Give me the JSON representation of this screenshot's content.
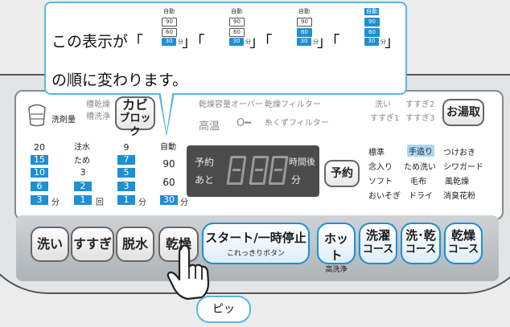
{
  "callout": {
    "line1_prefix": "この表示が「",
    "line2": "の順に変わります。",
    "separators": [
      "」「",
      "」「",
      "」「",
      "」"
    ],
    "frames": [
      {
        "auto": "自動",
        "v90": "90",
        "v60": "60",
        "v30": "30",
        "unit": "分",
        "highlighted": [
          "60",
          "30"
        ]
      },
      {
        "auto": "自動",
        "v90": "90",
        "v60": "60",
        "v30": "30",
        "unit": "分",
        "highlighted": [
          "auto",
          "30"
        ]
      },
      {
        "auto": "自動",
        "v90": "90",
        "v60": "60",
        "v30": "30",
        "unit": "分",
        "highlighted": [
          "60",
          "30"
        ]
      },
      {
        "auto": "自動",
        "v90": "90",
        "v60": "60",
        "v30": "30",
        "unit": "分",
        "highlighted": [
          "auto",
          "90",
          "60",
          "30"
        ]
      }
    ]
  },
  "panel": {
    "detergent": "洗剤量",
    "tub_dry": "槽乾燥",
    "tub_clean": "槽洗浄",
    "kabi_block": [
      "カビ",
      "ブロック"
    ],
    "dry_over": "乾燥容量オーバー",
    "high_temp": "高温",
    "key_icon": "O━",
    "dry_filter": "乾燥フィルター",
    "lint_filter": "糸くずフィルター",
    "wash_status": "洗い",
    "rinse1": "すすぎ1",
    "rinse2": "すすぎ2",
    "rinse3": "すすぎ3",
    "hot_water": "お湯取"
  },
  "settings": {
    "wash": [
      "20",
      "15",
      "10",
      "6",
      "3"
    ],
    "wash_unit": "分",
    "rinse_labels": [
      "注水",
      "ため"
    ],
    "rinse": [
      "3",
      "2",
      "1"
    ],
    "rinse_unit": "回",
    "spin": [
      "9",
      "7",
      "5",
      "3",
      "1"
    ],
    "spin_unit": "分",
    "dry": [
      "自動",
      "90",
      "60",
      "30"
    ],
    "dry_unit": "分"
  },
  "display": {
    "yoyaku": "予約",
    "ato": "あと",
    "jikango": "時間後",
    "fun": "分",
    "reserve_button": "予約"
  },
  "courses": [
    [
      "標準",
      "手造り",
      "つけおき"
    ],
    [
      "念入り",
      "ため洗い",
      "シワガード"
    ],
    [
      "ソフト",
      "毛布",
      "風乾燥"
    ],
    [
      "おいそぎ",
      "ドライ",
      "消臭花粉"
    ]
  ],
  "buttons": {
    "wash": "洗い",
    "rinse": "すすぎ",
    "spin": "脱水",
    "dry": "乾燥",
    "start": "スタート/一時停止",
    "start_sub": "これっきりボタン",
    "hot": "ホット",
    "hot_sub": "高洗浄",
    "wash_course": [
      "洗濯",
      "コース"
    ],
    "washdry_course": [
      "洗･乾",
      "コース"
    ],
    "dry_course": [
      "乾燥",
      "コース"
    ]
  },
  "sound": "ピッ",
  "colors": {
    "accent": "#1e8fd4",
    "callout_border": "#5ab6e6",
    "led": "#4b4b4b"
  }
}
